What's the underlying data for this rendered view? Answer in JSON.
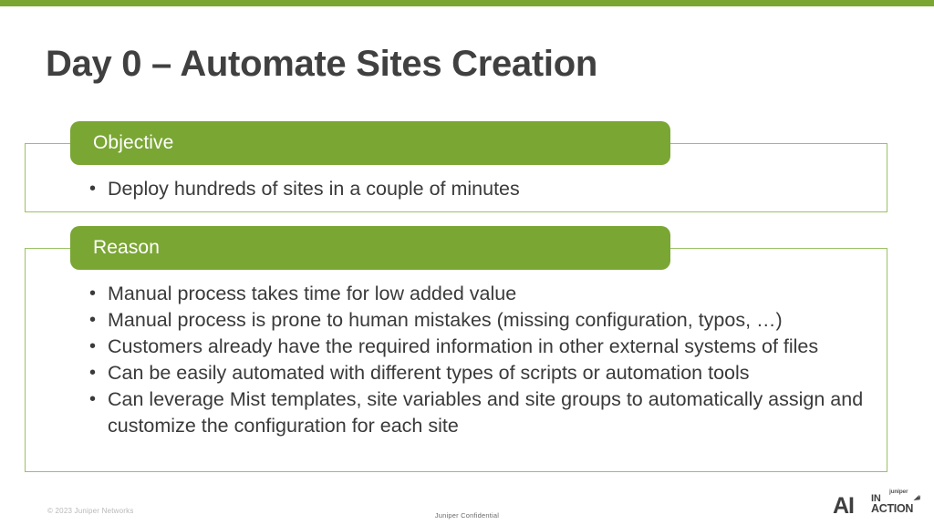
{
  "slide": {
    "title": "Day 0 – Automate Sites Creation",
    "accent_color": "#7aa634",
    "box_border_color": "#9bc166",
    "title_color": "#404040",
    "body_text_color": "#3a3a3a"
  },
  "panels": [
    {
      "id": "objective",
      "header": "Objective",
      "bullets": [
        "Deploy hundreds of sites in a couple of minutes"
      ]
    },
    {
      "id": "reason",
      "header": "Reason",
      "bullets": [
        "Manual process takes time for low added value",
        "Manual process is prone to human mistakes (missing configuration, typos, …)",
        "Customers already have the required information in other external systems of files",
        "Can be easily automated with different types of scripts or automation tools",
        "Can leverage Mist templates, site variables and site groups to automatically assign and customize the configuration for each site"
      ]
    }
  ],
  "footer": {
    "copyright": "© 2023 Juniper Networks",
    "confidential": "Juniper Confidential"
  },
  "logo": {
    "ai": "AI",
    "in": "IN",
    "action": "ACTION",
    "juniper": "juniper"
  }
}
